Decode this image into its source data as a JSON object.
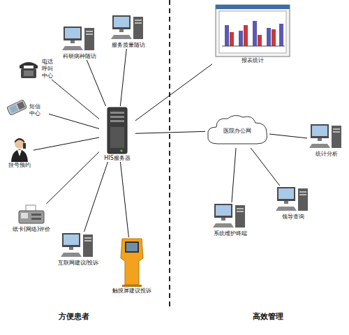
{
  "diagram": {
    "nodes": [
      {
        "text": [
          "科研病种随访"
        ]
      },
      {
        "text": [
          "服务质量随访"
        ]
      },
      {
        "text": [
          "电话呼叫中心"
        ]
      },
      {
        "text": [
          "短信中心"
        ]
      },
      {
        "text": [
          "挂号预约"
        ]
      },
      {
        "text": [
          "纸卡(网络)评价"
        ]
      },
      {
        "text": [
          "互联网建议/投诉"
        ]
      },
      {
        "text": [
          "触摸屏建议投诉"
        ]
      },
      {
        "text": [
          "HIS服务器"
        ]
      },
      {
        "text": [
          "报表统计"
        ]
      },
      {
        "text": [
          "医院办公网"
        ]
      },
      {
        "text": [
          "统计分析"
        ]
      },
      {
        "text": [
          "领导查询"
        ]
      },
      {
        "text": [
          "系统维护终端"
        ]
      }
    ],
    "edges": [
      {
        "from": 8,
        "to": 0,
        "arrow": "none"
      },
      {
        "from": 8,
        "to": 1,
        "arrow": "none"
      },
      {
        "from": 8,
        "to": 2,
        "arrow": "none"
      },
      {
        "from": 8,
        "to": 3,
        "arrow": "none"
      },
      {
        "from": 8,
        "to": 4,
        "arrow": "none"
      },
      {
        "from": 8,
        "to": 5,
        "arrow": "none"
      },
      {
        "from": 8,
        "to": 6,
        "arrow": "none"
      },
      {
        "from": 8,
        "to": 7,
        "arrow": "none"
      },
      {
        "from": 8,
        "to": 9,
        "arrow": "none"
      },
      {
        "from": 8,
        "to": 10,
        "arrow": "none"
      },
      {
        "from": 10,
        "to": 11,
        "arrow": "none"
      },
      {
        "from": 10,
        "to": 12,
        "arrow": "none"
      },
      {
        "from": 10,
        "to": 13,
        "arrow": "none"
      }
    ],
    "labels": [
      "方便患者",
      "高效管理"
    ]
  }
}
